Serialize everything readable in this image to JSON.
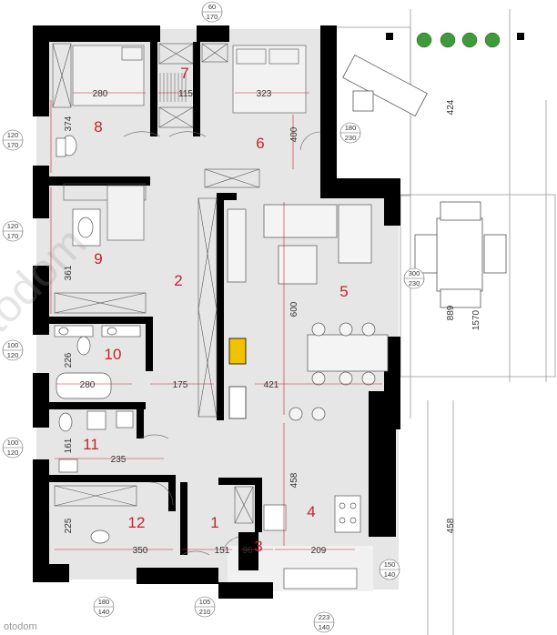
{
  "rooms": [
    {
      "number": "8",
      "dim_h": "280",
      "dim_v": "374"
    },
    {
      "number": "7",
      "dim_h": "115"
    },
    {
      "number": "6",
      "dim_h": "323",
      "dim_v": "400"
    },
    {
      "number": "9",
      "dim_v": "361"
    },
    {
      "number": "2"
    },
    {
      "number": "5",
      "dim_v": "600",
      "dim_h": "421"
    },
    {
      "number": "10",
      "dim_h": "280",
      "dim_v": "226"
    },
    {
      "number": "11",
      "dim_h": "235",
      "dim_v": "161"
    },
    {
      "number": "12",
      "dim_h": "350",
      "dim_v": "225"
    },
    {
      "number": "1",
      "dim_h": "151"
    },
    {
      "number": "3",
      "dim_h": "96"
    },
    {
      "number": "4",
      "dim_h": "209",
      "dim_v": "458"
    }
  ],
  "other_dims": {
    "corridor": "175",
    "terrace_v": "424",
    "ext_v1": "889",
    "ext_v2": "1570",
    "ext_v3": "458"
  },
  "windows": {
    "top": {
      "a": "60",
      "b": "170"
    },
    "d1": {
      "a": "180",
      "b": "230"
    },
    "l1": {
      "a": "120",
      "b": "170"
    },
    "l2": {
      "a": "120",
      "b": "170"
    },
    "l3": {
      "a": "100",
      "b": "120"
    },
    "l4": {
      "a": "100",
      "b": "120"
    },
    "r1": {
      "a": "300",
      "b": "230"
    },
    "r2": {
      "a": "150",
      "b": "140"
    },
    "b1": {
      "a": "180",
      "b": "140"
    },
    "b2": {
      "a": "105",
      "b": "210"
    },
    "b3": {
      "a": "223",
      "b": "140"
    }
  },
  "footer": {
    "brand": "otodom"
  },
  "colors": {
    "wall": "#000000",
    "floor": "#e6e6e6",
    "label": "#c2242a",
    "fireplace": "#f2c200",
    "plant": "#3e9a3a"
  }
}
